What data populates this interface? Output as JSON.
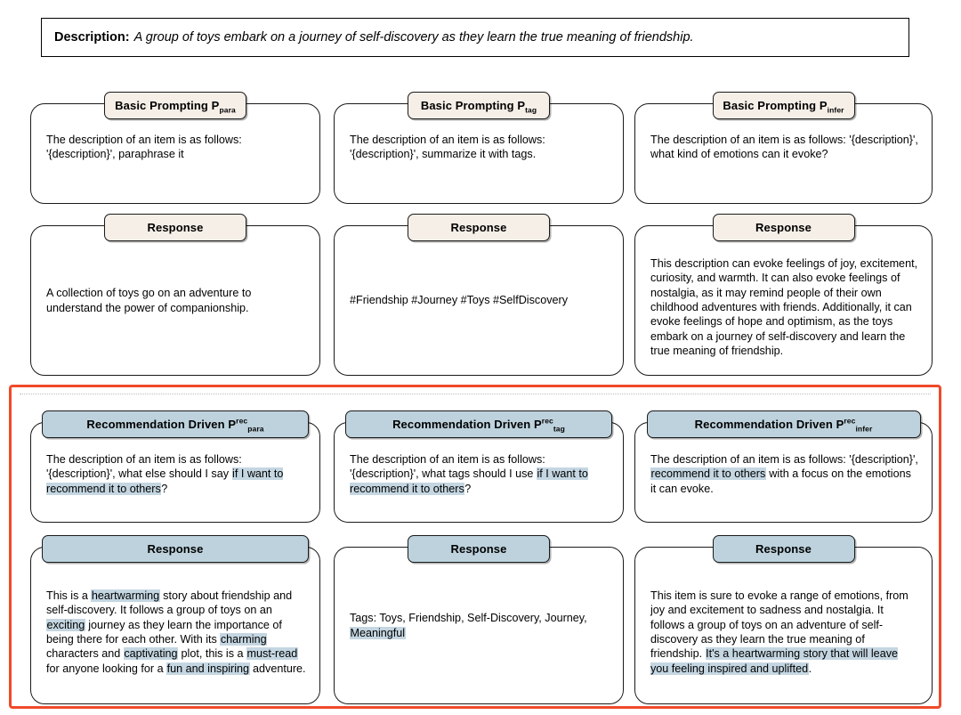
{
  "description": {
    "label": "Description:",
    "text": "A group of toys embark on a journey of self-discovery as they learn the true meaning of friendship."
  },
  "colors": {
    "basic_header_bg": "#f6efe8",
    "rec_header_bg": "#bdd2dd",
    "highlight_bg": "#c4d6e1",
    "region_border": "#f04a2a",
    "box_border": "#1a1a1a",
    "page_bg": "#ffffff"
  },
  "basic_prompts": [
    {
      "title_main": "Basic Prompting P",
      "title_sup": "",
      "title_sub": "para",
      "body": "The description of an item is as follows: '{description}', paraphrase it"
    },
    {
      "title_main": "Basic Prompting P",
      "title_sup": "",
      "title_sub": "tag",
      "body": "The description of an item is as follows: '{description}', summarize it with tags."
    },
    {
      "title_main": "Basic Prompting P",
      "title_sup": "",
      "title_sub": "infer",
      "body": "The description of an item is as follows: '{description}', what kind of emotions can it evoke?"
    }
  ],
  "basic_responses": [
    {
      "title": "Response",
      "body": "A collection of toys go on an adventure to understand the power of companionship."
    },
    {
      "title": "Response",
      "body": "#Friendship #Journey #Toys #SelfDiscovery"
    },
    {
      "title": "Response",
      "body": "This description can evoke feelings of joy, excitement, curiosity, and warmth. It can also evoke feelings of nostalgia, as it may remind people of their own childhood adventures with friends. Additionally, it can evoke feelings of hope and optimism, as the toys embark on a journey of self-discovery and learn the true meaning of friendship."
    }
  ],
  "rec_prompts": [
    {
      "title_main": "Recommendation Driven P",
      "title_sup": "rec",
      "title_sub": "para",
      "segments": [
        {
          "text": "The description of an item is as follows: '{description}', what else should I say ",
          "highlight": false
        },
        {
          "text": "if I want to recommend it to others",
          "highlight": true
        },
        {
          "text": "?",
          "highlight": false
        }
      ]
    },
    {
      "title_main": "Recommendation Driven P",
      "title_sup": "rec",
      "title_sub": "tag",
      "segments": [
        {
          "text": "The description of an item is as follows: '{description}', what tags should I use ",
          "highlight": false
        },
        {
          "text": "if I want to recommend it to others",
          "highlight": true
        },
        {
          "text": "?",
          "highlight": false
        }
      ]
    },
    {
      "title_main": "Recommendation Driven P",
      "title_sup": "rec",
      "title_sub": "infer",
      "segments": [
        {
          "text": "The description of an item is as follows: '{description}', ",
          "highlight": false
        },
        {
          "text": "recommend it to others",
          "highlight": true
        },
        {
          "text": " with a focus on the emotions it can evoke.",
          "highlight": false
        }
      ]
    }
  ],
  "rec_responses": [
    {
      "title": "Response",
      "segments": [
        {
          "text": "This is a ",
          "highlight": false
        },
        {
          "text": "heartwarming",
          "highlight": true
        },
        {
          "text": " story about friendship and self-discovery. It follows a group of toys on an ",
          "highlight": false
        },
        {
          "text": "exciting",
          "highlight": true
        },
        {
          "text": " journey as they learn the importance of being there for each other. With its ",
          "highlight": false
        },
        {
          "text": "charming",
          "highlight": true
        },
        {
          "text": " characters and ",
          "highlight": false
        },
        {
          "text": "captivating",
          "highlight": true
        },
        {
          "text": " plot, this is a ",
          "highlight": false
        },
        {
          "text": "must-read",
          "highlight": true
        },
        {
          "text": " for anyone looking for a ",
          "highlight": false
        },
        {
          "text": "fun and inspiring",
          "highlight": true
        },
        {
          "text": " adventure.",
          "highlight": false
        }
      ]
    },
    {
      "title": "Response",
      "segments": [
        {
          "text": "Tags: Toys, Friendship, Self-Discovery, Journey, ",
          "highlight": false
        },
        {
          "text": "Meaningful",
          "highlight": true
        }
      ]
    },
    {
      "title": "Response",
      "segments": [
        {
          "text": "This item is sure to evoke a range of emotions, from joy and excitement to sadness and nostalgia. It follows a group of toys on an adventure of self-discovery as they learn the true meaning of friendship. ",
          "highlight": false
        },
        {
          "text": "It's a heartwarming story that will leave you feeling inspired and uplifted",
          "highlight": true
        },
        {
          "text": ".",
          "highlight": false
        }
      ]
    }
  ]
}
